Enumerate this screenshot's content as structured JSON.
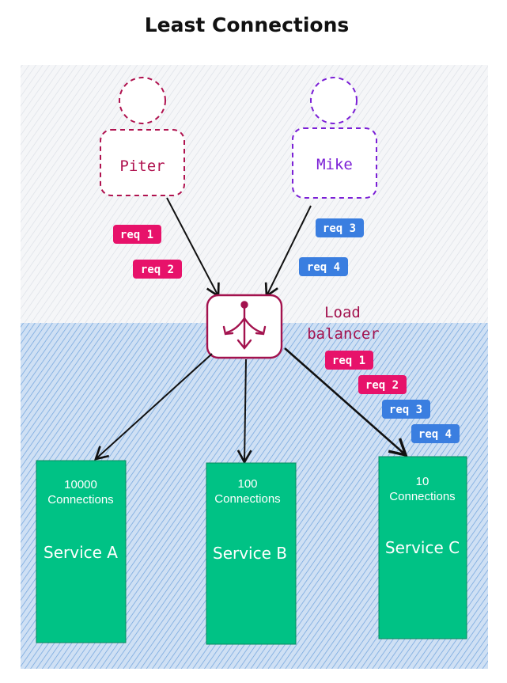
{
  "title": "Least Connections",
  "users": [
    {
      "name": "Piter",
      "color": "#b0124f"
    },
    {
      "name": "Mike",
      "color": "#7b1fd6"
    }
  ],
  "requests": {
    "piter": [
      "req 1",
      "req 2"
    ],
    "mike": [
      "req 3",
      "req 4"
    ],
    "forwarded": [
      "req 1",
      "req 2",
      "req 3",
      "req 4"
    ]
  },
  "load_balancer": {
    "label_line1": "Load",
    "label_line2": "balancer",
    "color": "#a3124e"
  },
  "services": [
    {
      "connections": "10000",
      "connections_label": "Connections",
      "name": "Service A"
    },
    {
      "connections": "100",
      "connections_label": "Connections",
      "name": "Service B"
    },
    {
      "connections": "10",
      "connections_label": "Connections",
      "name": "Service C"
    }
  ],
  "colors": {
    "pink_badge": "#e7126a",
    "blue_badge": "#3a7ee0",
    "service_green": "#00c285",
    "lower_zone": "#a9c8ec",
    "upper_zone": "#eef0f4"
  }
}
